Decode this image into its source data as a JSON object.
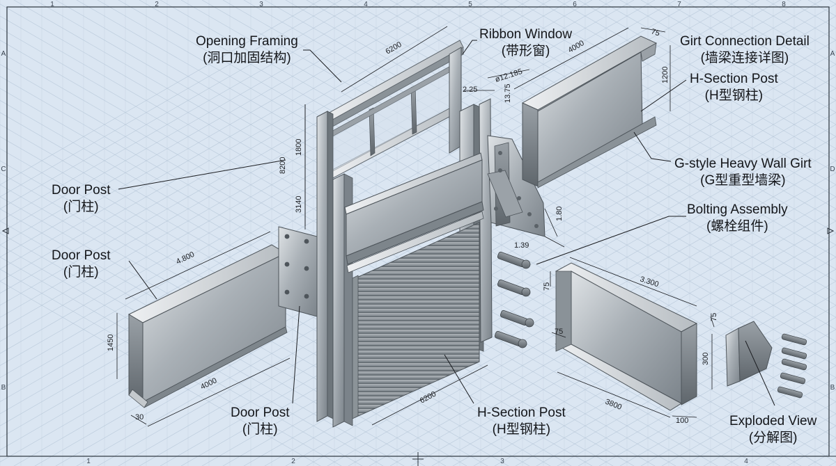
{
  "labels": {
    "opening_framing": {
      "en": "Opening Framing",
      "zh": "(洞口加固结构)"
    },
    "ribbon_window": {
      "en": "Ribbon Window",
      "zh": "(带形窗)"
    },
    "girt_connection": {
      "en": "Girt Connection Detail",
      "zh": "(墙梁连接详图)"
    },
    "h_section_post_top": {
      "en": "H-Section Post",
      "zh": "(H型钢柱)"
    },
    "g_style_girt": {
      "en": "G-style Heavy Wall Girt",
      "zh": "(G型重型墙梁)"
    },
    "door_post_1": {
      "en": "Door Post",
      "zh": "(门柱)"
    },
    "door_post_2": {
      "en": "Door Post",
      "zh": "(门柱)"
    },
    "door_post_3": {
      "en": "Door Post",
      "zh": "(门柱)"
    },
    "bolting_assembly": {
      "en": "Bolting Assembly",
      "zh": "(螺栓组件)"
    },
    "h_section_post_bottom": {
      "en": "H-Section Post",
      "zh": "(H型钢柱)"
    },
    "exploded_view": {
      "en": "Exploded View",
      "zh": "(分解图)"
    }
  },
  "dimensions": {
    "top_6200": "6200",
    "top_4000": "4000",
    "top_75": "75",
    "top_1200": "1200",
    "dia_12185": "ø12.185",
    "d_225": "2.25",
    "d_1375": "13.75",
    "h_8200": "8200",
    "h_1800": "1800",
    "h_3140": "3140",
    "d_180": "1.80",
    "d_139": "1.39",
    "d_4800": "4.800",
    "d_1450": "1450",
    "d_4000b": "4000",
    "d_30": "30",
    "d_6200b": "6200",
    "d_75b": "75",
    "d_3300": "3.300",
    "d_75c": "75",
    "d_75d": "75",
    "d_300": "300",
    "d_3800": "3800",
    "d_100": "100"
  },
  "grid": {
    "top": [
      "1",
      "2",
      "3",
      "4",
      "5",
      "6",
      "7",
      "8"
    ],
    "bottom": [
      "1",
      "2",
      "3",
      "4"
    ],
    "left": [
      "A",
      "C",
      "B"
    ],
    "right": [
      "A",
      "D",
      "B"
    ]
  }
}
